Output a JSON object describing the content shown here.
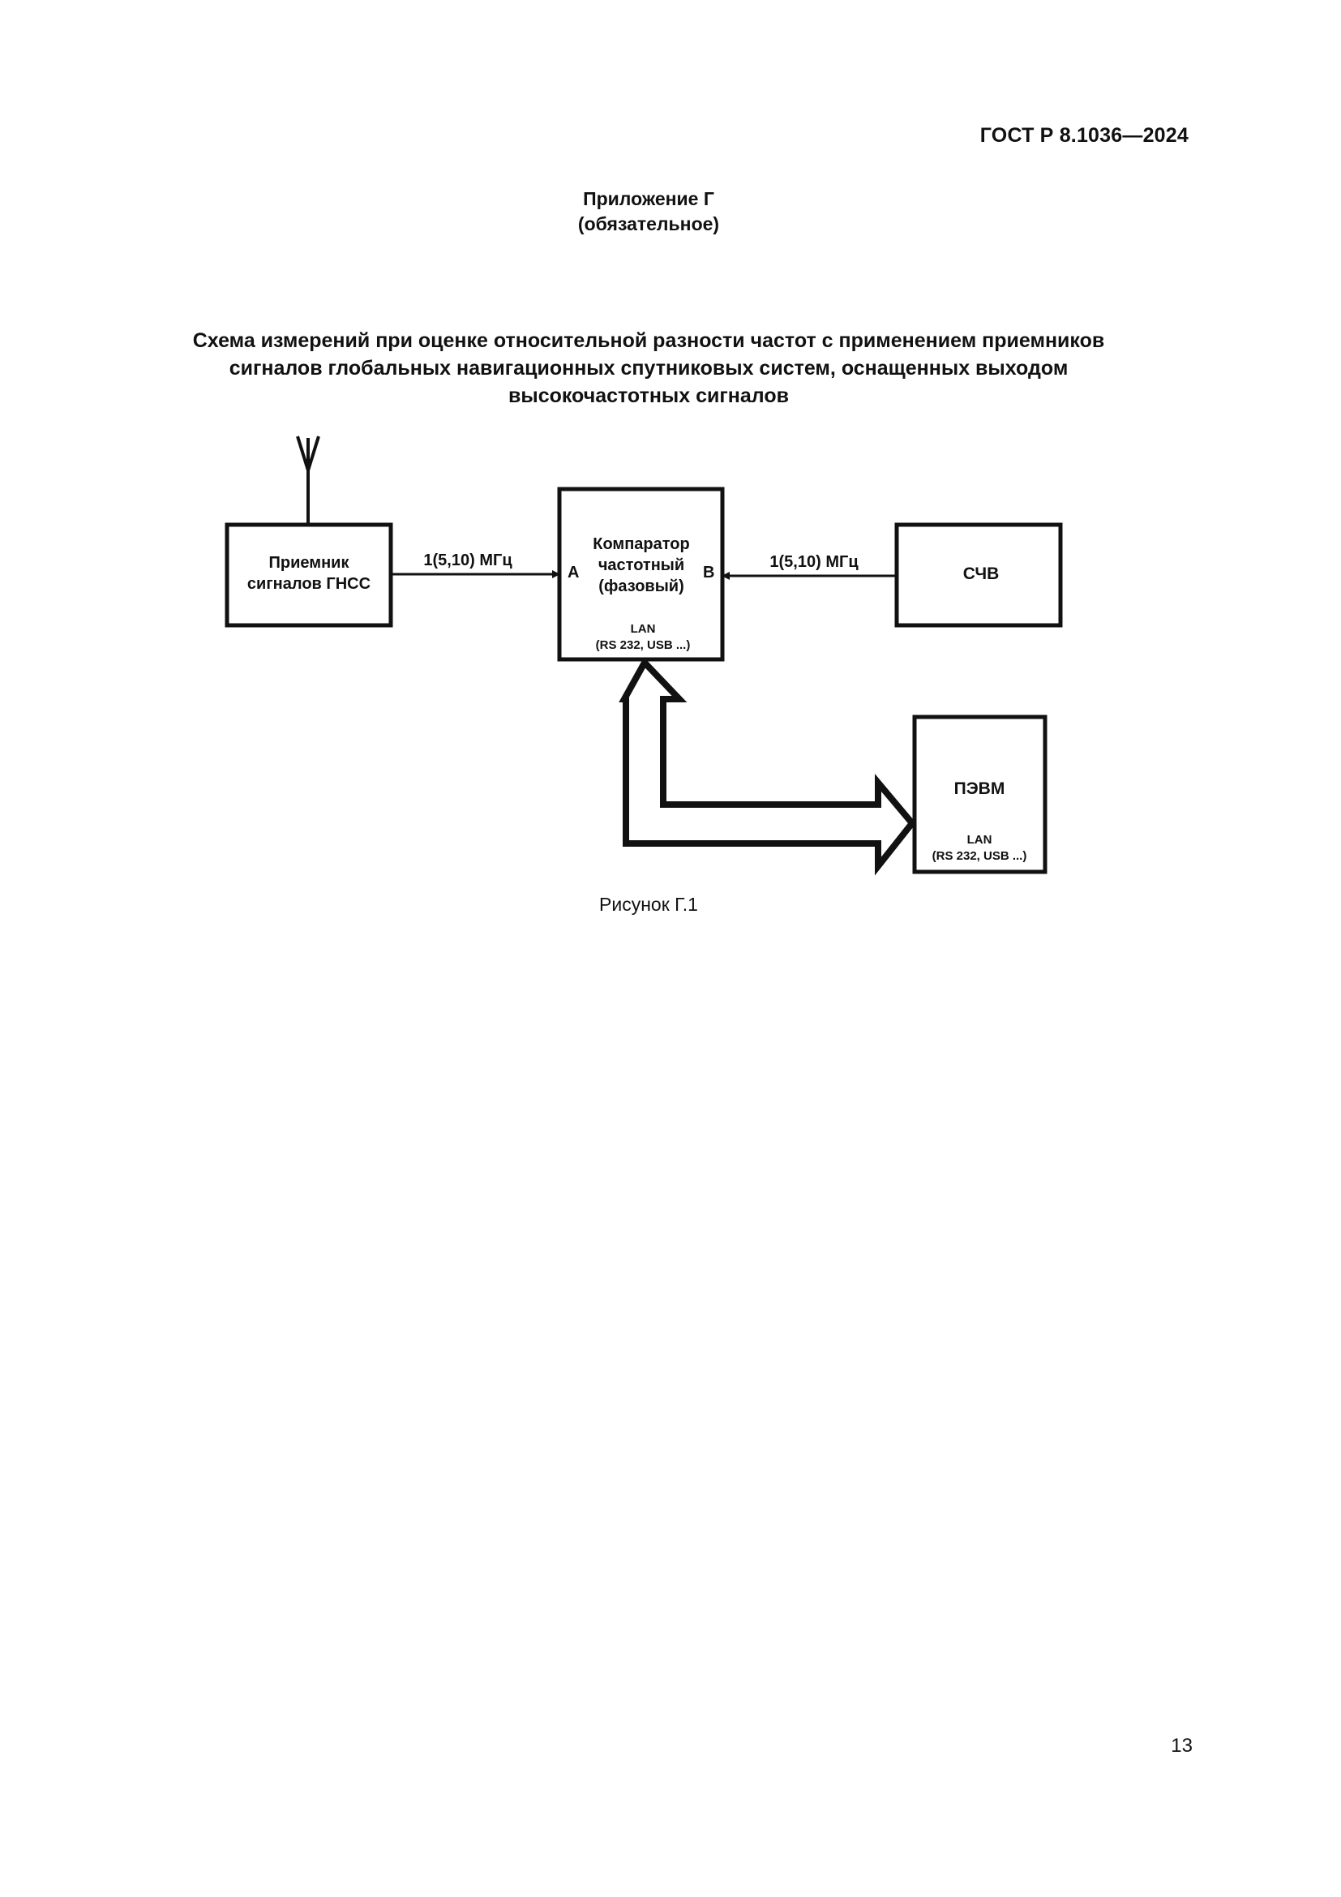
{
  "header": {
    "document_id": "ГОСТ Р 8.1036—2024"
  },
  "appendix": {
    "line1": "Приложение Г",
    "line2": "(обязательное)"
  },
  "title": {
    "line1": "Схема измерений при оценке относительной разности частот с применением приемников",
    "line2": "сигналов глобальных навигационных спутниковых систем, оснащенных выходом",
    "line3": "высокочастотных сигналов"
  },
  "diagram": {
    "receiver": {
      "line1": "Приемник",
      "line2": "сигналов ГНСС"
    },
    "comparator": {
      "line1": "Компаратор",
      "line2": "частотный",
      "line3": "(фазовый)",
      "lan": "LAN",
      "ports": "(RS 232, USB ...)",
      "input_a": "A",
      "input_b": "B"
    },
    "signal_left": "1(5,10) МГц",
    "signal_right": "1(5,10) МГц",
    "frequency_standard": {
      "label": "СЧВ"
    },
    "pc": {
      "label": "ПЭВМ",
      "lan": "LAN",
      "ports": "(RS 232, USB ...)"
    }
  },
  "figure_caption": "Рисунок Г.1",
  "page_number": "13"
}
